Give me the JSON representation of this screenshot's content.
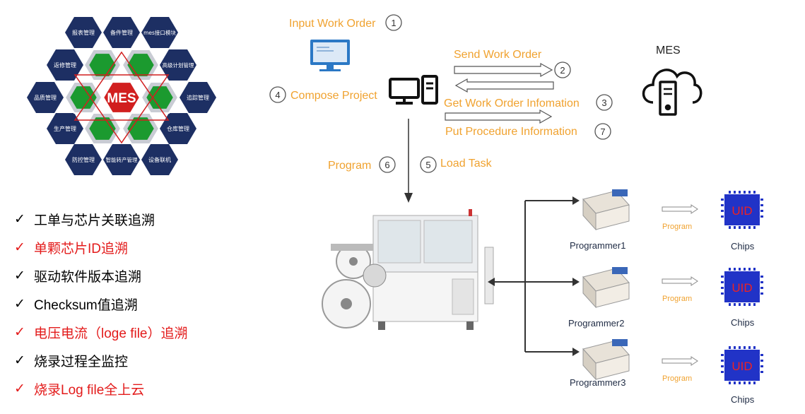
{
  "hex_diagram": {
    "center": "MES",
    "modules": [
      "报表管理",
      "备件管理",
      "mes接口模块",
      "高级计划管理",
      "追踪管理",
      "仓库管理",
      "设备联机",
      "智能转产管理",
      "防控管理",
      "生产管理",
      "品质管理",
      "返修管理"
    ]
  },
  "checklist": [
    {
      "text": "工单与芯片关联追溯",
      "color": "#000000"
    },
    {
      "text": "单颗芯片ID追溯",
      "color": "#e31b1b"
    },
    {
      "text": "驱动软件版本追溯",
      "color": "#000000"
    },
    {
      "text": "Checksum值追溯",
      "color": "#000000"
    },
    {
      "text": "电压电流（loge file）追溯",
      "color": "#e31b1b"
    },
    {
      "text": "烧录过程全监控",
      "color": "#000000"
    },
    {
      "text": "烧录Log file全上云",
      "color": "#e31b1b"
    }
  ],
  "flow": {
    "input_work_order": "Input Work Order",
    "n1": "1",
    "send_work_order": "Send Work Order",
    "n2": "2",
    "compose_project": "Compose Project",
    "n4": "4",
    "get_work_order": "Get Work Order Infomation",
    "n3": "3",
    "put_procedure": "Put Procedure Information",
    "n7": "7",
    "program": "Program",
    "n6": "6",
    "load_task": "Load Task",
    "n5": "5",
    "mes": "MES"
  },
  "programmers": [
    {
      "name": "Programmer1",
      "arrow": "Program",
      "chip_label": "UID",
      "chips": "Chips"
    },
    {
      "name": "Programmer2",
      "arrow": "Program",
      "chip_label": "UID",
      "chips": "Chips"
    },
    {
      "name": "Programmer3",
      "arrow": "Program",
      "chip_label": "UID",
      "chips": "Chips"
    }
  ],
  "colors": {
    "accent": "#f0a22f",
    "red": "#e31b1b",
    "hex_blue": "#1d2f63",
    "hex_green": "#1b9a2f",
    "mes_red": "#d11f1f"
  }
}
